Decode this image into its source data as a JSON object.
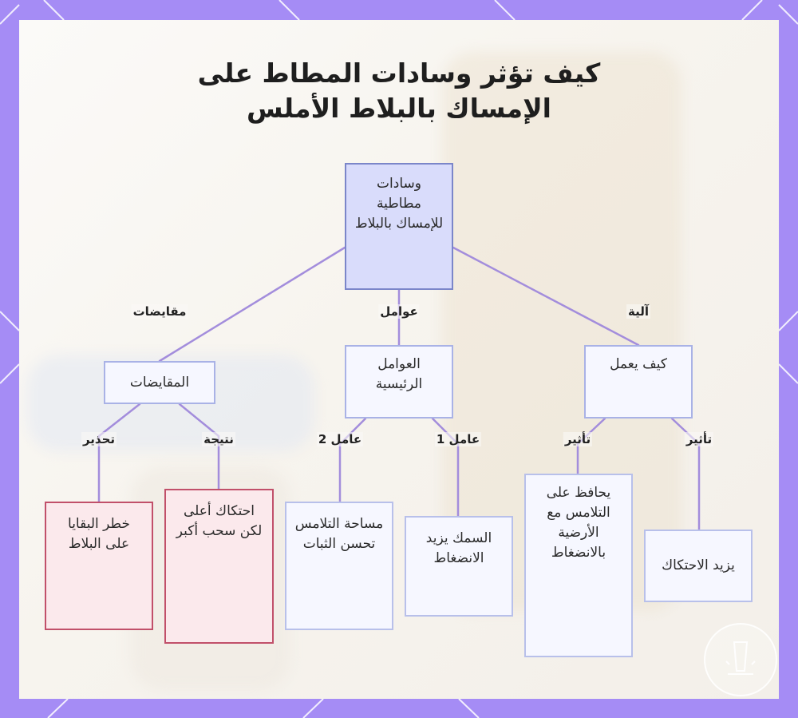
{
  "title": {
    "line1": "كيف تؤثر وسادات المطاط على",
    "line2": "الإمساك بالبلاط الأملس"
  },
  "nodes": {
    "root": "وسادات مطاطية للإمساك بالبلاط",
    "tradeoffs": "المقايضات",
    "factors": "العوامل الرئيسية",
    "how": "كيف يعمل",
    "debris": "خطر البقايا على البلاط",
    "higher_friction": "احتكاك أعلى لكن سحب أكبر",
    "contact_area": "مساحة التلامس تحسن الثبات",
    "thickness": "السمك يزيد الانضغاط",
    "keeps_contact": "يحافظ على التلامس مع الأرضية بالانضغاط",
    "increases_friction": "يزيد الاحتكاك"
  },
  "edge_labels": {
    "tradeoffs": "مقايضات",
    "factors": "عوامل",
    "mechanism": "آلية",
    "warning": "تحذير",
    "result": "نتيجة",
    "factor2": "عامل 2",
    "factor1": "عامل 1",
    "effect_a": "تأثير",
    "effect_b": "تأثير"
  },
  "colors": {
    "frame": "#a58cf5",
    "edge": "#a38ddc",
    "root_fill": "#d9dcfb",
    "warn_border": "#c1506a"
  }
}
